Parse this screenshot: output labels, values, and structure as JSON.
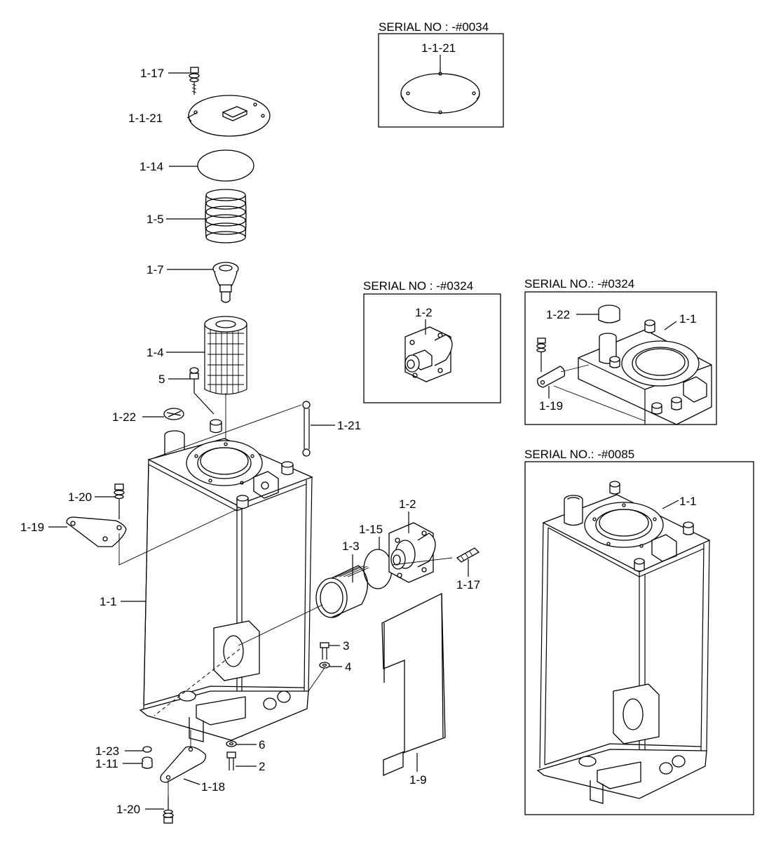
{
  "callouts": {
    "c_1_17_top": "1-17",
    "c_1_1_21_top": "1-1-21",
    "c_1_14": "1-14",
    "c_1_5": "1-5",
    "c_1_7": "1-7",
    "c_1_4": "1-4",
    "c_5": "5",
    "c_1_22": "1-22",
    "c_1_21": "1-21",
    "c_1_20_top": "1-20",
    "c_1_19": "1-19",
    "c_1_1": "1-1",
    "c_1_3": "1-3",
    "c_1_15": "1-15",
    "c_1_2": "1-2",
    "c_1_17_right": "1-17",
    "c_3": "3",
    "c_4": "4",
    "c_6": "6",
    "c_2": "2",
    "c_1_23": "1-23",
    "c_1_11": "1-11",
    "c_1_18": "1-18",
    "c_1_20_bottom": "1-20",
    "c_1_9": "1-9"
  },
  "inset_cover": {
    "title": "SERIAL NO : -#0034",
    "label": "1-1-21"
  },
  "inset_port": {
    "title": "SERIAL NO : -#0324",
    "label": "1-2"
  },
  "inset_tank_top": {
    "title": "SERIAL NO.: -#0324",
    "label_cap": "1-22",
    "label_tank": "1-1",
    "label_bracket": "1-19"
  },
  "inset_tank_full": {
    "title": "SERIAL NO.: -#0085",
    "label_tank": "1-1"
  }
}
